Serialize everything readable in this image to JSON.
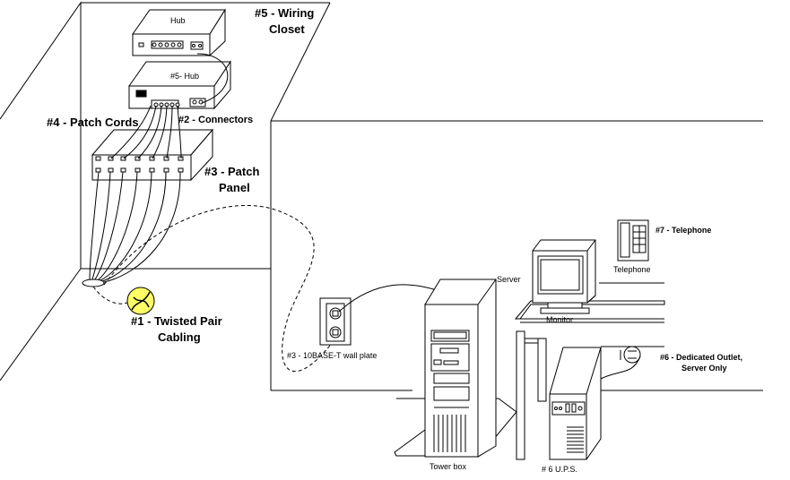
{
  "labels": {
    "wiring_closet_1": "#5 - Wiring",
    "wiring_closet_2": "Closet",
    "hub_top": "Hub",
    "hub_lower": "#5- Hub",
    "patch_cords": "#4 - Patch Cords",
    "connectors": "#2 - Connectors",
    "patch_panel_1": "#3 - Patch",
    "patch_panel_2": "Panel",
    "twisted_pair_1": "#1 - Twisted Pair",
    "twisted_pair_2": "Cabling",
    "wall_plate": "#3 - 10BASE-T wall plate",
    "telephone_tag": "#7 - Telephone",
    "telephone": "Telephone",
    "server": "Server",
    "monitor": "Monitor",
    "outlet_1": "#6 - Dedicated Outlet,",
    "outlet_2": "Server Only",
    "tower": "Tower box",
    "ups": "# 6 U.P.S."
  }
}
